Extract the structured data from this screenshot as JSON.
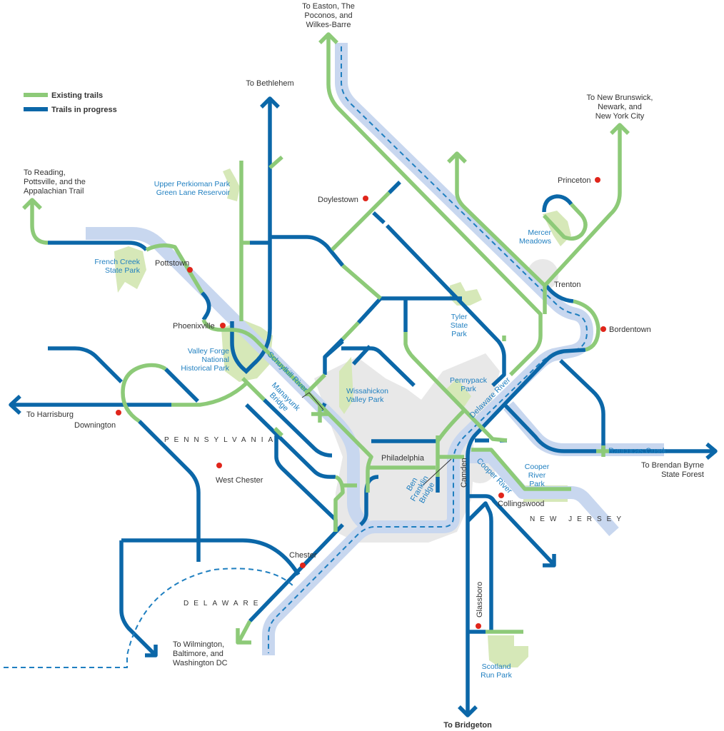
{
  "legend": {
    "existing": "Existing trails",
    "progress": "Trails in progress"
  },
  "colors": {
    "existing": "#8dca78",
    "progress": "#0b67a8",
    "river": "#c8d7ef",
    "park": "#d6e8b8",
    "town_dot": "#e0251b",
    "park_label": "#1f7fc0"
  },
  "destinations": {
    "easton": [
      "To Easton, The",
      "Poconos, and",
      "Wilkes-Barre"
    ],
    "bethlehem": "To Bethlehem",
    "reading": [
      "To Reading,",
      "Pottsville, and the",
      "Appalachian Trail"
    ],
    "nyc": [
      "To New Brunswick,",
      "Newark, and",
      "New York City"
    ],
    "harrisburg": "To Harrisburg",
    "wilmington": [
      "To Wilmington,",
      "Baltimore, and",
      "Washington DC"
    ],
    "brendan": [
      "To Brendan Byrne",
      "State Forest"
    ],
    "bridgeton": "To Bridgeton"
  },
  "towns": {
    "pottstown": "Pottstown",
    "phoenixville": "Phoenixville",
    "doylestown": "Doylestown",
    "princeton": "Princeton",
    "trenton": "Trenton",
    "bordentown": "Bordentown",
    "philadelphia": "Philadelphia",
    "downington": "Downington",
    "west_chester": "West Chester",
    "chester": "Chester",
    "camden": "Camden",
    "collingswood": "Collingswood",
    "glassboro": "Glassboro"
  },
  "parks": {
    "upper_perkioman": [
      "Upper Perkioman Park",
      "Green Lane Reservoir"
    ],
    "french_creek": [
      "French Creek",
      "State Park"
    ],
    "valley_forge": [
      "Valley Forge",
      "National",
      "Historical Park"
    ],
    "mercer": [
      "Mercer",
      "Meadows"
    ],
    "tyler": [
      "Tyler",
      "State",
      "Park"
    ],
    "pennypack": [
      "Pennypack",
      "Park"
    ],
    "wissahickon": [
      "Wissahickon",
      "Valley Park"
    ],
    "cooper_river_park": [
      "Cooper",
      "River",
      "Park"
    ],
    "scotland_run": [
      "Scotland",
      "Run Park"
    ]
  },
  "water": {
    "schuylkill": "Schuylkill River",
    "delaware": "Delaware River",
    "cooper": "Cooper River",
    "rancocas": "Rancocas Creek"
  },
  "bridges": {
    "manayunk": [
      "Manayunk",
      "Bridge"
    ],
    "ben_franklin": [
      "Ben",
      "Franklin",
      "Bridge"
    ]
  },
  "states": {
    "pa": "PENNSYLVANIA",
    "nj": "NEW JERSEY",
    "de": "DELAWARE"
  }
}
